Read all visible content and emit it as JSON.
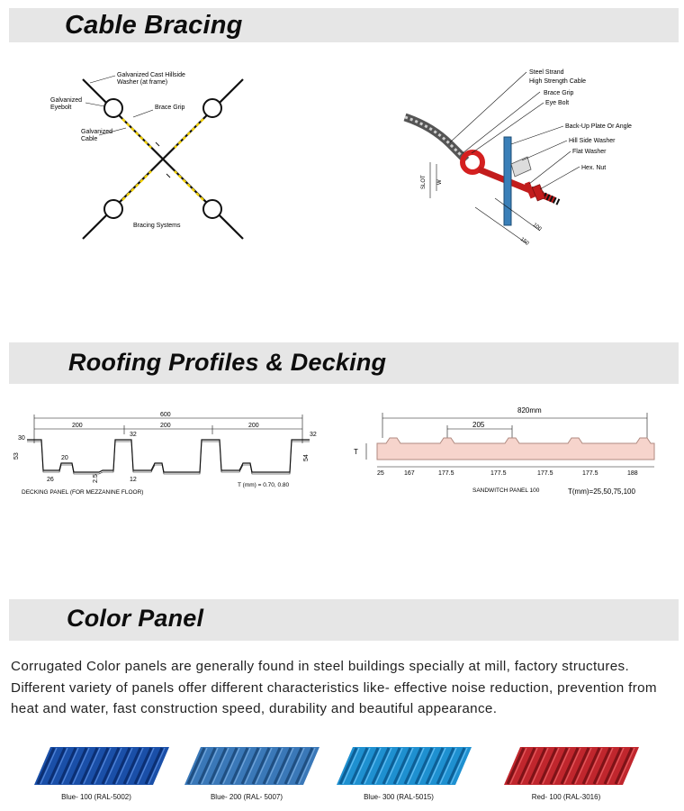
{
  "sections": {
    "cable_bracing": {
      "title": "Cable  Bracing"
    },
    "roofing": {
      "title": "Roofing Profiles & Decking"
    },
    "color_panel": {
      "title": "Color Panel",
      "description": "Corrugated Color panels are generally found in steel buildings specially at mill, factory structures. Different variety of panels offer different characteristics like- effective noise reduction, prevention from heat and water, fast construction speed, durability and beautiful appearance."
    }
  },
  "bracing_left": {
    "labels": {
      "washer": "Galvanized Cast Hillside",
      "washer2": "Washer (at frame)",
      "eyebolt": "Galvanized",
      "eyebolt2": "Eyebolt",
      "grip": "Brace Grip",
      "cable": "Galvanized",
      "cable2": "Cable",
      "system": "Bracing Systems"
    }
  },
  "bracing_right": {
    "labels": {
      "strand": "Steel Strand",
      "strand2": "High Strength Cable",
      "grip": "Brace Grip",
      "eyebolt": "Eye Bolt",
      "backup": "Back-Up Plate Or Angle",
      "hillside": "Hill Side Washer",
      "flat": "Flat Washer",
      "nut": "Hex. Nut",
      "slot": "SLOT",
      "w": "W",
      "d100": "100",
      "d150": "150"
    }
  },
  "decking": {
    "dims": {
      "total": "600",
      "seg1": "200",
      "seg2": "200",
      "seg3": "200",
      "top30": "30",
      "top32a": "32",
      "top32b": "32",
      "h53": "53",
      "h54": "54",
      "d20": "20",
      "d26": "26",
      "d25": "2.5",
      "d12": "12"
    },
    "caption": "DECKING PANEL (FOR MEZZANINE FLOOR)",
    "thickness": "T (mm) = 0.70, 0.80"
  },
  "sandwich": {
    "dims": {
      "total": "820mm",
      "pitch": "205",
      "t": "T",
      "d25": "25",
      "d167": "167",
      "d1775a": "177.5",
      "d1775b": "177.5",
      "d1775c": "177.5",
      "d1775d": "177.5",
      "d188": "188"
    },
    "caption": "SANDWITCH PANEL 100",
    "thickness": "T(mm)=25,50,75,100"
  },
  "swatches": [
    {
      "label": "Blue- 100 (RAL-5002)",
      "color": "#1a4fa8",
      "dark": "#0b2f73",
      "light": "#4f82d6"
    },
    {
      "label": "Blue- 200 (RAL- 5007)",
      "color": "#3a78b8",
      "dark": "#1f4f82",
      "light": "#6fa3d8"
    },
    {
      "label": "Blue- 300 (RAL-5015)",
      "color": "#1e90d0",
      "dark": "#0d5f96",
      "light": "#5fbaf0"
    },
    {
      "label": "Red- 100 (RAL-3016)",
      "color": "#c0262d",
      "dark": "#7e1217",
      "light": "#e2585c"
    }
  ]
}
